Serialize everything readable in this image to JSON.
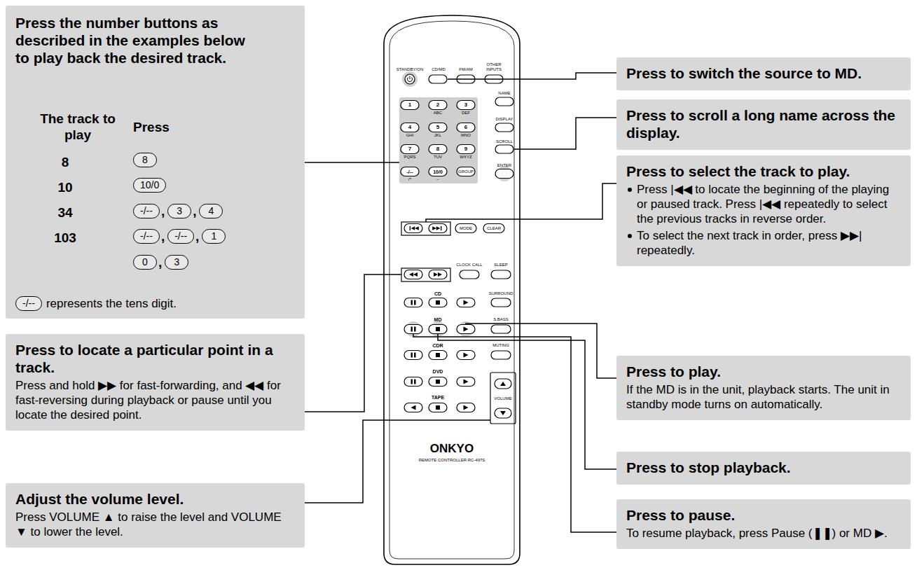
{
  "diagram": {
    "nodes": [
      {
        "text": [
          "Press the number buttons as described in the examples below to play back the desired track.",
          "The track to play",
          "Press",
          "8",
          "8",
          "10",
          "10/0",
          "34",
          "-/--",
          ",",
          "3",
          ",",
          "4",
          "103",
          "-/--",
          ",",
          "-/--",
          ",",
          "1",
          "0",
          ",",
          "3",
          "-/--",
          "represents the tens digit."
        ]
      },
      {
        "text": [
          "Press to locate a particular point in a track.",
          "Press and hold ▶▶ for fast-forwarding, and ◀◀ for fast-reversing during playback or pause until you locate the desired point."
        ]
      },
      {
        "text": [
          "Adjust the volume level.",
          "Press VOLUME ▲ to raise the level and VOLUME ▼ to lower the level."
        ]
      },
      {
        "text": [
          "Press to switch the source to MD."
        ]
      },
      {
        "text": [
          "Press to scroll a long name across the display."
        ]
      },
      {
        "text": [
          "Press to select the track to play.",
          "Press |◀◀ to locate the beginning of the playing or paused track. Press |◀◀ repeatedly to select the previous tracks in reverse order.",
          "To select the next track in order, press ▶▶| repeatedly."
        ]
      },
      {
        "text": [
          "Press to play.",
          "If the MD is in the unit, playback starts. The unit in standby mode turns on automatically."
        ]
      },
      {
        "text": [
          "Press to stop playback."
        ]
      },
      {
        "text": [
          "Press to pause.",
          "To resume playback, press Pause (❚❚) or MD ▶."
        ]
      }
    ],
    "labels": [
      "STANDBY/ON",
      "CD/MD",
      "FM/AM",
      "OTHER INPUTS",
      "NAME",
      "1",
      "2",
      "ABC",
      "3",
      "DEF",
      "DISPLAY",
      "4",
      "GHI",
      "5",
      "JKL",
      "6",
      "MNO",
      "SCROLL",
      "7",
      "PQRS",
      "8",
      "TUV",
      "9",
      "WXYZ",
      "ENTER",
      "-/--",
      "/*",
      "10/0",
      "_",
      "GROUP",
      "MODE",
      "CLEAR",
      "CLOCK CALL",
      "SLEEP",
      "CD",
      "SURROUND",
      "MD",
      "S.BASS",
      "CDR",
      "MUTING",
      "DVD",
      "VOLUME",
      "TAPE",
      "ONKYO",
      "REMOTE CONTROLLER RC-497S"
    ]
  }
}
